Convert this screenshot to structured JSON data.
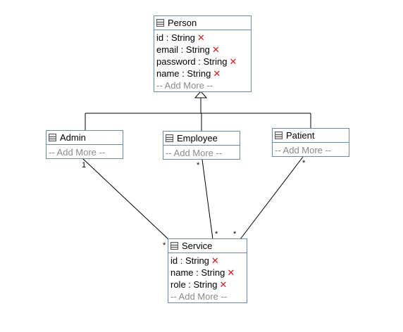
{
  "diagram": {
    "add_more_label": "-- Add More --",
    "delete_glyph": "✕",
    "classes": {
      "person": {
        "name": "Person",
        "attributes": [
          "id : String",
          "email : String",
          "password : String",
          "name : String"
        ]
      },
      "admin": {
        "name": "Admin",
        "attributes": []
      },
      "employee": {
        "name": "Employee",
        "attributes": []
      },
      "patient": {
        "name": "Patient",
        "attributes": []
      },
      "service": {
        "name": "Service",
        "attributes": [
          "id : String",
          "name : String",
          "role : String"
        ]
      }
    },
    "relationships": [
      {
        "type": "generalization",
        "parent": "Person",
        "children": [
          "Admin",
          "Employee",
          "Patient"
        ]
      },
      {
        "type": "association",
        "from": "Admin",
        "to": "Service",
        "from_multiplicity": "1",
        "to_multiplicity": "*"
      },
      {
        "type": "association",
        "from": "Employee",
        "to": "Service",
        "from_multiplicity": "*",
        "to_multiplicity": "*"
      },
      {
        "type": "association",
        "from": "Patient",
        "to": "Service",
        "from_multiplicity": "*",
        "to_multiplicity": "*"
      }
    ],
    "colors": {
      "class_border": "#6a8ca6",
      "edge": "#000000",
      "delete_icon": "#cc1b1b",
      "add_more_text": "#8a8a8a"
    }
  }
}
